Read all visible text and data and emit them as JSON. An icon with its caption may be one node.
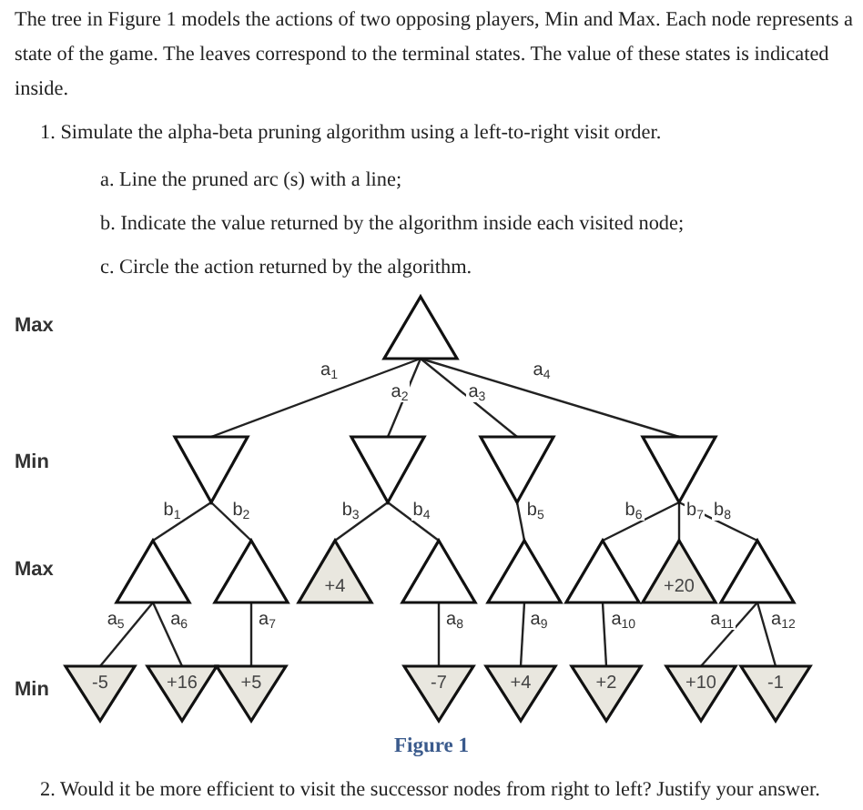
{
  "diagram": {
    "caption": "Figure 1",
    "nodes": [
      {
        "text": [],
        "shape": "triangle"
      },
      {
        "text": [],
        "shape": "triangle"
      },
      {
        "text": [],
        "shape": "triangle"
      },
      {
        "text": [],
        "shape": "triangle"
      },
      {
        "text": [],
        "shape": "triangle"
      },
      {
        "text": [],
        "shape": "triangle"
      },
      {
        "text": [],
        "shape": "triangle"
      },
      {
        "text": [
          "+4"
        ]
      },
      {
        "text": [],
        "shape": "triangle"
      },
      {
        "text": [],
        "shape": "triangle"
      },
      {
        "text": [],
        "shape": "triangle"
      },
      {
        "text": [
          "+20"
        ]
      },
      {
        "text": [],
        "shape": "triangle"
      },
      {
        "text": [
          "-5"
        ]
      },
      {
        "text": [
          "+16"
        ]
      },
      {
        "text": [
          "+5"
        ]
      },
      {
        "text": [
          "-7"
        ]
      },
      {
        "text": [
          "+4"
        ]
      },
      {
        "text": [
          "+2"
        ]
      },
      {
        "text": [
          "+10"
        ]
      },
      {
        "text": [
          "-1"
        ]
      }
    ],
    "edges": [
      {
        "from": 0,
        "to": 1,
        "arrow": "none",
        "label": "a$_{1}$"
      },
      {
        "from": 0,
        "to": 2,
        "arrow": "none",
        "label": "a$_{2}$"
      },
      {
        "from": 0,
        "to": 3,
        "arrow": "none",
        "label": "a$_{3}$"
      },
      {
        "from": 0,
        "to": 4,
        "arrow": "none",
        "label": "a$_{4}$"
      },
      {
        "from": 1,
        "to": 5,
        "arrow": "none",
        "label": "b$_{1}$"
      },
      {
        "from": 1,
        "to": 6,
        "arrow": "none",
        "label": "b$_{2}$"
      },
      {
        "from": 2,
        "to": 7,
        "arrow": "none",
        "label": "b$_{3}$"
      },
      {
        "from": 2,
        "to": 8,
        "arrow": "none",
        "label": "b$_{4}$"
      },
      {
        "from": 3,
        "to": 9,
        "arrow": "none",
        "label": "b$_{5}$"
      },
      {
        "from": 4,
        "to": 10,
        "arrow": "none",
        "label": "b$_{6}$"
      },
      {
        "from": 4,
        "to": 11,
        "arrow": "none",
        "label": "b$_{7}$"
      },
      {
        "from": 4,
        "to": 12,
        "arrow": "none",
        "label": "b$_{8}$"
      },
      {
        "from": 5,
        "to": 13,
        "arrow": "none",
        "label": "a$_{5}$"
      },
      {
        "from": 5,
        "to": 14,
        "arrow": "none",
        "label": "a$_{6}$"
      },
      {
        "from": 6,
        "to": 15,
        "arrow": "none",
        "label": "a$_{7}$"
      },
      {
        "from": 8,
        "to": 16,
        "arrow": "none",
        "label": "a$_{8}$"
      },
      {
        "from": 9,
        "to": 17,
        "arrow": "none",
        "label": "a$_{9}$"
      },
      {
        "from": 10,
        "to": 18,
        "arrow": "none",
        "label": "a$_{10}$"
      },
      {
        "from": 12,
        "to": 19,
        "arrow": "none",
        "label": "a$_{11}$"
      },
      {
        "from": 12,
        "to": 20,
        "arrow": "none",
        "label": "a$_{12}$"
      }
    ],
    "labels": [
      "The tree in Figure 1 models the actions of two opposing players, Min and Max. Each node represents a state of the game. The leaves correspond to the terminal states. The value of these states is indicated inside.",
      "1. Simulate the alpha-beta pruning algorithm using a left-to-right visit order.",
      "a. Line the pruned arc (s) with a line;",
      "b. Indicate the value returned by the algorithm inside each visited node;",
      "c. Circle the action returned by the algorithm.",
      "Max",
      "Min",
      "Max",
      "Min",
      "2. Would it be more efficient to visit the successor nodes from right to left? Justify your answer."
    ]
  }
}
